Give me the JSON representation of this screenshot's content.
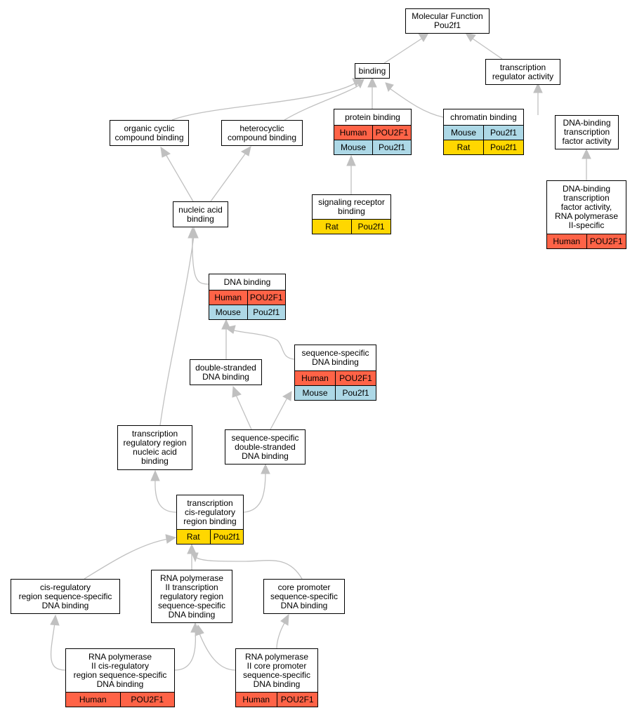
{
  "species_colors": {
    "Human": "#ff6347",
    "Mouse": "#add8e6",
    "Rat": "#ffd700"
  },
  "edge_color": "#c0c0c0",
  "nodes": {
    "mf": {
      "label": "Molecular Function\nPou2f1",
      "annotations": []
    },
    "binding": {
      "label": "binding",
      "annotations": []
    },
    "tra": {
      "label": "transcription\nregulator activity",
      "annotations": []
    },
    "occb": {
      "label": "organic cyclic\ncompound binding",
      "annotations": []
    },
    "hcb": {
      "label": "heterocyclic\ncompound binding",
      "annotations": []
    },
    "pb": {
      "label": "protein binding",
      "annotations": [
        {
          "species": "Human",
          "gene": "POU2F1"
        },
        {
          "species": "Mouse",
          "gene": "Pou2f1"
        }
      ]
    },
    "cb": {
      "label": "chromatin binding",
      "annotations": [
        {
          "species": "Mouse",
          "gene": "Pou2f1"
        },
        {
          "species": "Rat",
          "gene": "Pou2f1"
        }
      ]
    },
    "dbtfa": {
      "label": "DNA-binding\ntranscription\nfactor activity",
      "annotations": []
    },
    "srb": {
      "label": "signaling receptor\nbinding",
      "annotations": [
        {
          "species": "Rat",
          "gene": "Pou2f1"
        }
      ]
    },
    "dbtfa2": {
      "label": "DNA-binding\ntranscription\nfactor activity,\nRNA polymerase\nII-specific",
      "annotations": [
        {
          "species": "Human",
          "gene": "POU2F1"
        }
      ]
    },
    "nab": {
      "label": "nucleic acid\nbinding",
      "annotations": []
    },
    "dnab": {
      "label": "DNA binding",
      "annotations": [
        {
          "species": "Human",
          "gene": "POU2F1"
        },
        {
          "species": "Mouse",
          "gene": "Pou2f1"
        }
      ]
    },
    "dsdb": {
      "label": "double-stranded\nDNA binding",
      "annotations": []
    },
    "ssdb": {
      "label": "sequence-specific\nDNA binding",
      "annotations": [
        {
          "species": "Human",
          "gene": "POU2F1"
        },
        {
          "species": "Mouse",
          "gene": "Pou2f1"
        }
      ]
    },
    "trrnab": {
      "label": "transcription\nregulatory region\nnucleic acid\nbinding",
      "annotations": []
    },
    "ssdsdb": {
      "label": "sequence-specific\ndouble-stranded\nDNA binding",
      "annotations": []
    },
    "tcrrb": {
      "label": "transcription\ncis-regulatory\nregion binding",
      "annotations": [
        {
          "species": "Rat",
          "gene": "Pou2f1"
        }
      ]
    },
    "crrssdb": {
      "label": "cis-regulatory\nregion sequence-specific\nDNA binding",
      "annotations": []
    },
    "rnap2trr": {
      "label": "RNA polymerase\nII transcription\nregulatory region\nsequence-specific\nDNA binding",
      "annotations": []
    },
    "cpssdb": {
      "label": "core promoter\nsequence-specific\nDNA binding",
      "annotations": []
    },
    "rnap2crr": {
      "label": "RNA polymerase\nII cis-regulatory\nregion sequence-specific\nDNA binding",
      "annotations": [
        {
          "species": "Human",
          "gene": "POU2F1"
        }
      ]
    },
    "rnap2cp": {
      "label": "RNA polymerase\nII core promoter\nsequence-specific\nDNA binding",
      "annotations": [
        {
          "species": "Human",
          "gene": "POU2F1"
        }
      ]
    }
  }
}
